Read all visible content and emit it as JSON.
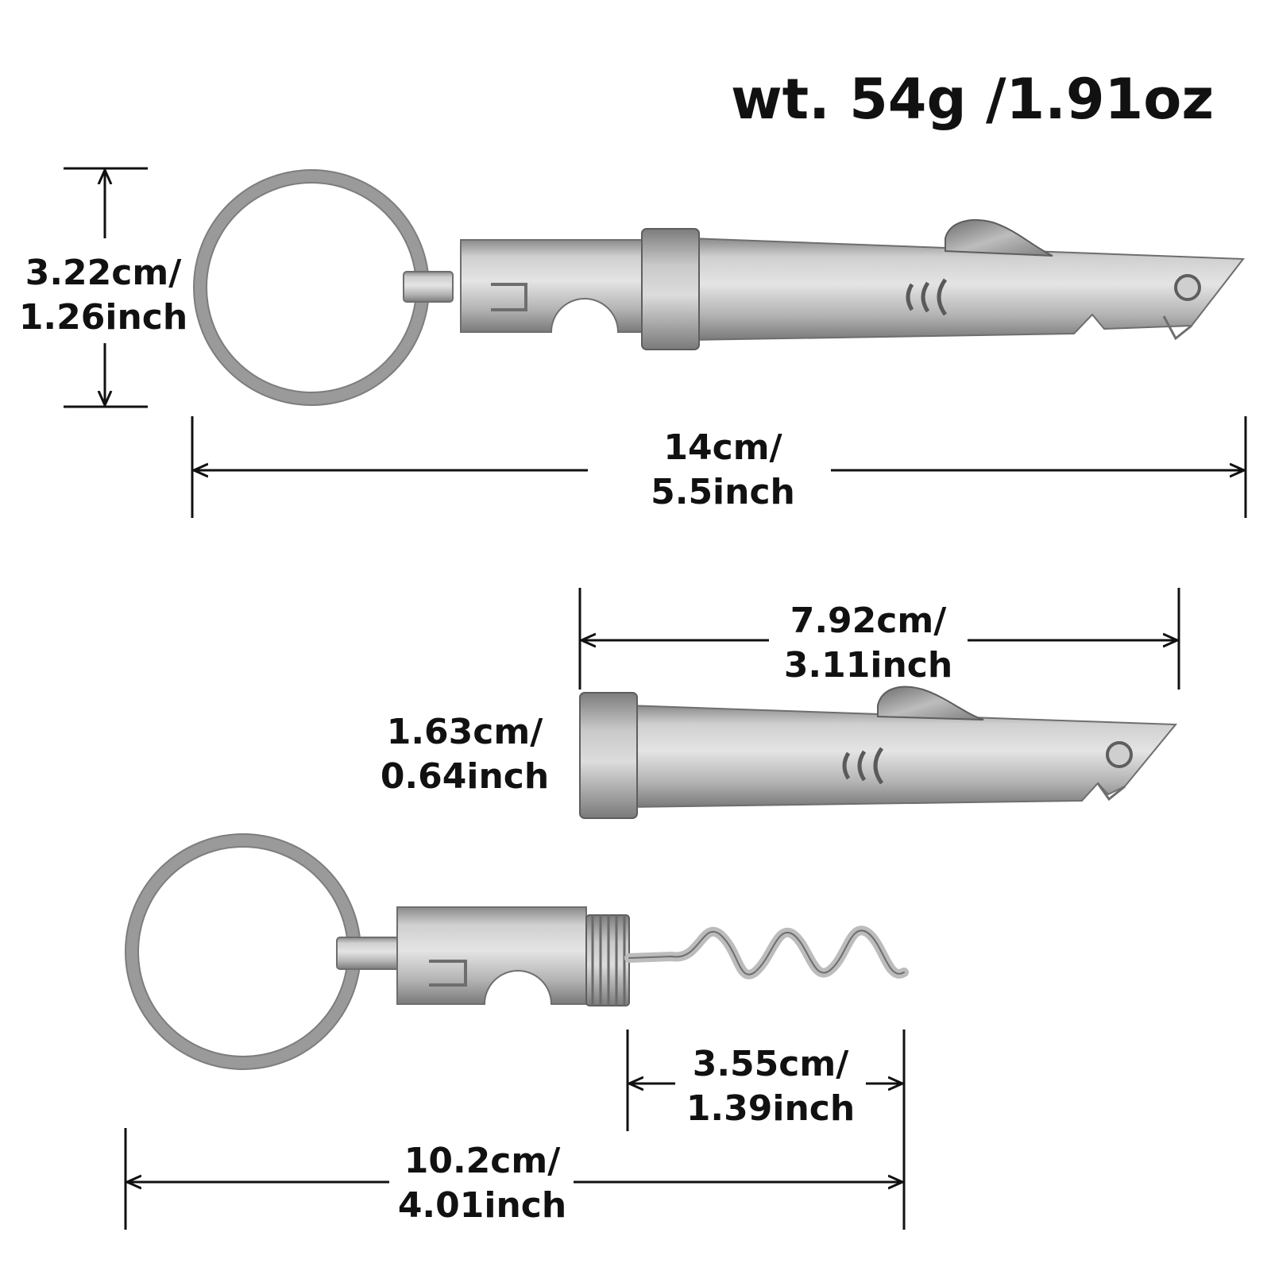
{
  "weight": "wt. 54g /1.91oz",
  "dimensions": {
    "full_height": {
      "metric": "3.22cm/",
      "imperial": "1.26inch"
    },
    "full_length": {
      "metric": "14cm/",
      "imperial": "5.5inch"
    },
    "opener_length": {
      "metric": "7.92cm/",
      "imperial": "3.11inch"
    },
    "opener_diameter": {
      "metric": "1.63cm/",
      "imperial": "0.64inch"
    },
    "corkscrew_length": {
      "metric": "3.55cm/",
      "imperial": "1.39inch"
    },
    "keyring_tool_length": {
      "metric": "10.2cm/",
      "imperial": "4.01inch"
    }
  },
  "colors": {
    "metal_light": "#d8d8d8",
    "metal_mid": "#a8a8a8",
    "metal_dark": "#6e6e6e",
    "ring": "#9a9a9a",
    "dimension_line": "#111111"
  }
}
